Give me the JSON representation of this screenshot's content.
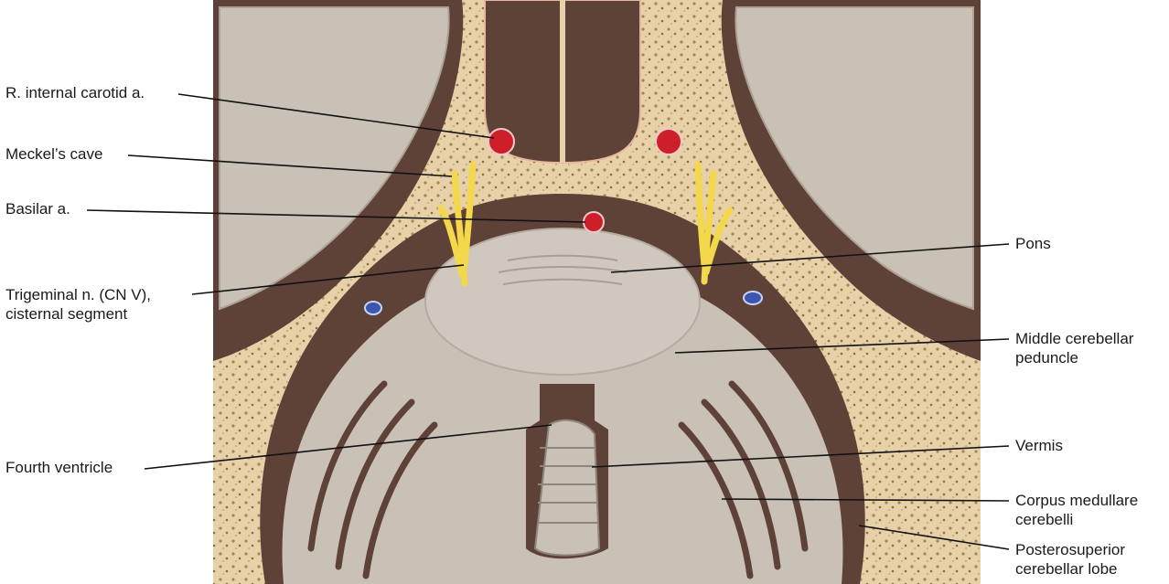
{
  "labels": {
    "r_internal_carotid": "R. internal carotid a.",
    "meckels_cave": "Meckel’s cave",
    "basilar": "Basilar a.",
    "trigeminal_line1": "Trigeminal n. (CN V),",
    "trigeminal_line2": "cisternal segment",
    "fourth_ventricle": "Fourth ventricle",
    "pons": "Pons",
    "middle_cerebellar_line1": "Middle cerebellar",
    "middle_cerebellar_line2": "peduncle",
    "vermis": "Vermis",
    "corpus_line1": "Corpus medullare",
    "corpus_line2": "cerebelli",
    "posterosuperior_line1": "Posterosuperior",
    "posterosuperior_line2": "cerebellar lobe"
  },
  "colors": {
    "bone": "#e8d5b0",
    "csf_dark": "#5e4238",
    "brain_tissue": "#c9c0b6",
    "artery_red": "#cc1f2a",
    "vein_blue": "#3a56b0",
    "nerve_yellow": "#f2d84a",
    "leader_line": "#111111"
  }
}
